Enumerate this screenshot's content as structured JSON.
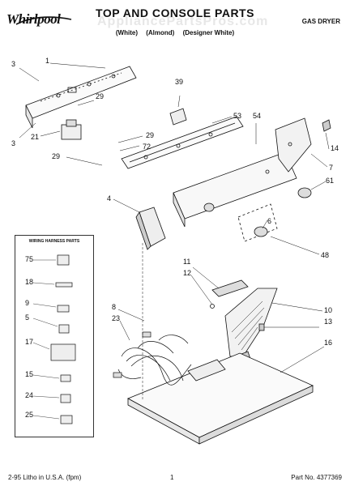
{
  "header": {
    "brand": "Whirlpool",
    "title": "TOP AND CONSOLE PARTS",
    "model_line": "",
    "colors": [
      "(White)",
      "(Almond)",
      "(Designer White)"
    ],
    "product_type": "GAS DRYER"
  },
  "watermark": "AppliancePartsPros.com",
  "harness": {
    "title": "WIRING HARNESS PARTS",
    "parts": [
      "75",
      "18",
      "9",
      "5",
      "17",
      "15",
      "24",
      "25"
    ]
  },
  "callouts": [
    "1",
    "3",
    "3",
    "29",
    "21",
    "29",
    "29",
    "72",
    "39",
    "53",
    "54",
    "14",
    "7",
    "61",
    "4",
    "6",
    "48",
    "11",
    "12",
    "8",
    "23",
    "10",
    "13",
    "16"
  ],
  "footer": {
    "left": "2-95 Litho in U.S.A. (fpm)",
    "center": "1",
    "right": "Part No. 4377369"
  }
}
